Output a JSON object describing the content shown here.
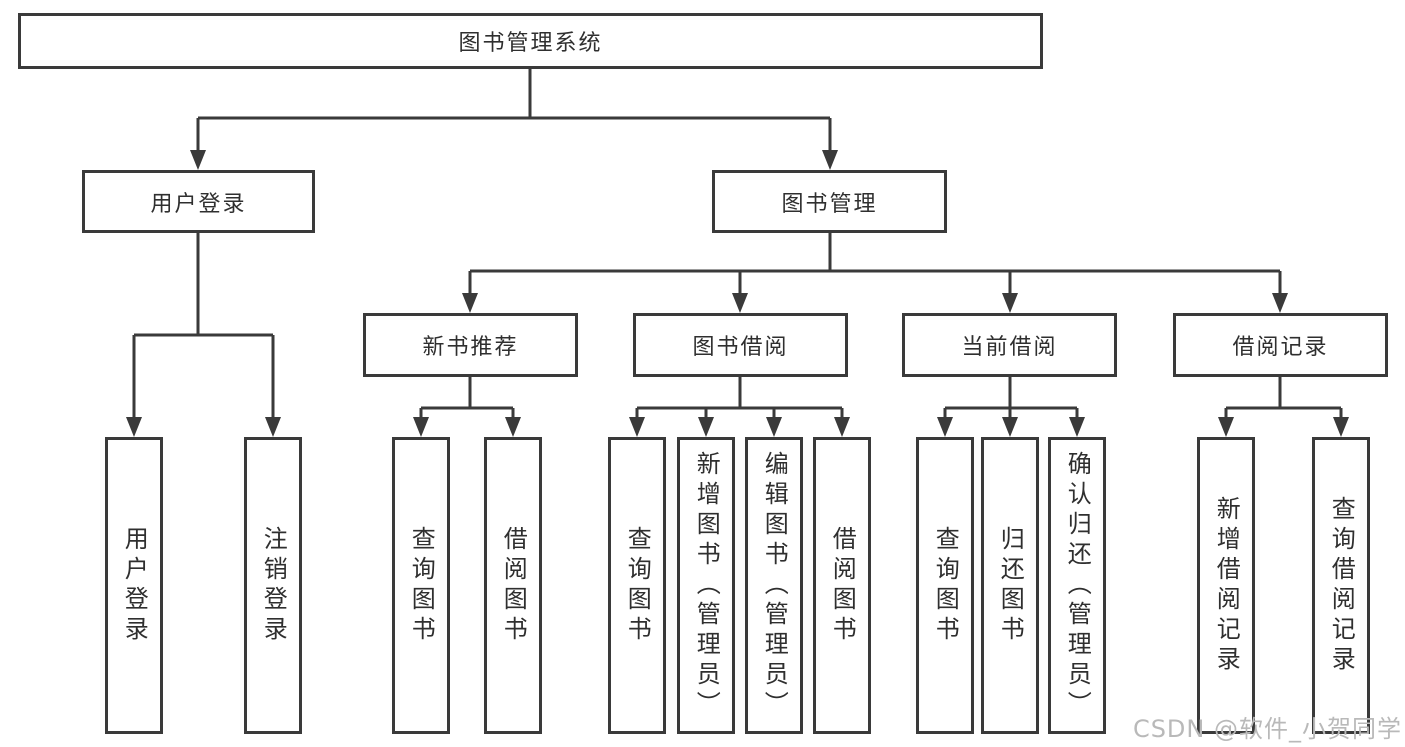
{
  "colors": {
    "line": "#3a3a3a",
    "box_border": "#3a3a3a",
    "text": "#2f2f2f",
    "background": "#ffffff",
    "watermark": "#b9b9b9"
  },
  "tree": {
    "root": {
      "label": "图书管理系统"
    },
    "level2": [
      {
        "id": "user-login",
        "label": "用户登录"
      },
      {
        "id": "book-management",
        "label": "图书管理"
      }
    ],
    "level3": [
      {
        "id": "new-book-recommend",
        "label": "新书推荐"
      },
      {
        "id": "book-borrowing",
        "label": "图书借阅"
      },
      {
        "id": "current-borrowing",
        "label": "当前借阅"
      },
      {
        "id": "borrowing-records",
        "label": "借阅记录"
      }
    ],
    "leaves": {
      "user_login": [
        {
          "label": "用户登录"
        },
        {
          "label": "注销登录"
        }
      ],
      "new_book_recommend": [
        {
          "label": "查询图书"
        },
        {
          "label": "借阅图书"
        }
      ],
      "book_borrowing": [
        {
          "label": "查询图书"
        },
        {
          "label": "新增图书（管理员）"
        },
        {
          "label": "编辑图书（管理员）"
        },
        {
          "label": "借阅图书"
        }
      ],
      "current_borrowing": [
        {
          "label": "查询图书"
        },
        {
          "label": "归还图书"
        },
        {
          "label": "确认归还（管理员）"
        }
      ],
      "borrowing_records": [
        {
          "label": "新增借阅记录"
        },
        {
          "label": "查询借阅记录"
        }
      ]
    }
  },
  "watermark": {
    "text": "CSDN @软件_小贺同学"
  }
}
